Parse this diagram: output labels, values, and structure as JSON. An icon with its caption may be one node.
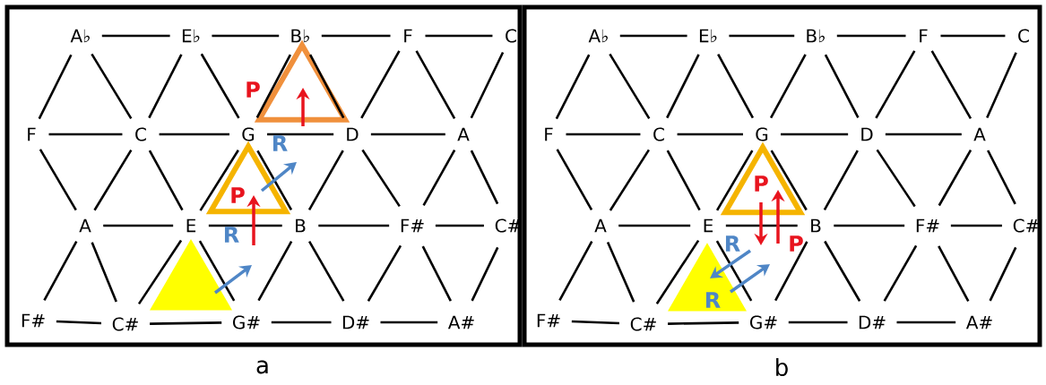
{
  "diagram": {
    "nodes": [
      {
        "text": [],
        "shape": "box",
        "beside": [
          "a"
        ]
      },
      {
        "text": [],
        "shape": "box",
        "beside": [
          "b"
        ]
      },
      {
        "text": [
          "A♭"
        ],
        "in": 0
      },
      {
        "text": [
          "E♭"
        ],
        "in": 0
      },
      {
        "text": [
          "B♭"
        ],
        "in": 0
      },
      {
        "text": [
          "F"
        ],
        "in": 0
      },
      {
        "text": [
          "C"
        ],
        "in": 0
      },
      {
        "text": [
          "F"
        ],
        "in": 0
      },
      {
        "text": [
          "C"
        ],
        "in": 0
      },
      {
        "text": [
          "G"
        ],
        "in": 0
      },
      {
        "text": [
          "D"
        ],
        "in": 0
      },
      {
        "text": [
          "A"
        ],
        "in": 0
      },
      {
        "text": [
          "A"
        ],
        "in": 0
      },
      {
        "text": [
          "E"
        ],
        "in": 0
      },
      {
        "text": [
          "B"
        ],
        "in": 0
      },
      {
        "text": [
          "F#"
        ],
        "in": 0
      },
      {
        "text": [
          "C#"
        ],
        "in": 0
      },
      {
        "text": [
          "F#"
        ],
        "in": 0
      },
      {
        "text": [
          "C#"
        ],
        "in": 0
      },
      {
        "text": [
          "G#"
        ],
        "in": 0
      },
      {
        "text": [
          "D#"
        ],
        "in": 0
      },
      {
        "text": [
          "A#"
        ],
        "in": 0
      },
      {
        "text": [
          "A♭"
        ],
        "in": 1
      },
      {
        "text": [
          "E♭"
        ],
        "in": 1
      },
      {
        "text": [
          "B♭"
        ],
        "in": 1
      },
      {
        "text": [
          "F"
        ],
        "in": 1
      },
      {
        "text": [
          "C"
        ],
        "in": 1
      },
      {
        "text": [
          "F"
        ],
        "in": 1
      },
      {
        "text": [
          "C"
        ],
        "in": 1
      },
      {
        "text": [
          "G"
        ],
        "in": 1
      },
      {
        "text": [
          "D"
        ],
        "in": 1
      },
      {
        "text": [
          "A"
        ],
        "in": 1
      },
      {
        "text": [
          "A"
        ],
        "in": 1
      },
      {
        "text": [
          "E"
        ],
        "in": 1
      },
      {
        "text": [
          "B"
        ],
        "in": 1
      },
      {
        "text": [
          "F#"
        ],
        "in": 1
      },
      {
        "text": [
          "C#"
        ],
        "in": 1
      },
      {
        "text": [
          "F#"
        ],
        "in": 1
      },
      {
        "text": [
          "C#"
        ],
        "in": 1
      },
      {
        "text": [
          "G#"
        ],
        "in": 1
      },
      {
        "text": [
          "D#"
        ],
        "in": 1
      },
      {
        "text": [
          "A#"
        ],
        "in": 1
      },
      {
        "text": [],
        "shape": "triangle",
        "in": 0
      },
      {
        "text": [],
        "shape": "triangle",
        "in": 0
      },
      {
        "text": [],
        "shape": "triangle",
        "in": 0
      },
      {
        "text": [],
        "shape": "triangle",
        "in": 1
      },
      {
        "text": [],
        "shape": "triangle",
        "in": 1
      }
    ],
    "edges": [
      {
        "from": 2,
        "to": 3,
        "arrow": "none"
      },
      {
        "from": 3,
        "to": 4,
        "arrow": "none"
      },
      {
        "from": 4,
        "to": 5,
        "arrow": "none"
      },
      {
        "from": 5,
        "to": 6,
        "arrow": "none"
      },
      {
        "from": 7,
        "to": 8,
        "arrow": "none"
      },
      {
        "from": 8,
        "to": 9,
        "arrow": "none"
      },
      {
        "from": 9,
        "to": 10,
        "arrow": "none"
      },
      {
        "from": 10,
        "to": 11,
        "arrow": "none"
      },
      {
        "from": 12,
        "to": 13,
        "arrow": "none"
      },
      {
        "from": 13,
        "to": 14,
        "arrow": "none"
      },
      {
        "from": 14,
        "to": 15,
        "arrow": "none"
      },
      {
        "from": 15,
        "to": 16,
        "arrow": "none"
      },
      {
        "from": 17,
        "to": 18,
        "arrow": "none"
      },
      {
        "from": 18,
        "to": 19,
        "arrow": "none"
      },
      {
        "from": 19,
        "to": 20,
        "arrow": "none"
      },
      {
        "from": 20,
        "to": 21,
        "arrow": "none"
      },
      {
        "from": 7,
        "to": 2,
        "arrow": "none"
      },
      {
        "from": 8,
        "to": 2,
        "arrow": "none"
      },
      {
        "from": 8,
        "to": 3,
        "arrow": "none"
      },
      {
        "from": 9,
        "to": 3,
        "arrow": "none"
      },
      {
        "from": 9,
        "to": 4,
        "arrow": "none"
      },
      {
        "from": 10,
        "to": 4,
        "arrow": "none"
      },
      {
        "from": 10,
        "to": 5,
        "arrow": "none"
      },
      {
        "from": 11,
        "to": 5,
        "arrow": "none"
      },
      {
        "from": 11,
        "to": 6,
        "arrow": "none"
      },
      {
        "from": 12,
        "to": 7,
        "arrow": "none"
      },
      {
        "from": 12,
        "to": 8,
        "arrow": "none"
      },
      {
        "from": 13,
        "to": 8,
        "arrow": "none"
      },
      {
        "from": 13,
        "to": 9,
        "arrow": "none"
      },
      {
        "from": 14,
        "to": 9,
        "arrow": "none"
      },
      {
        "from": 14,
        "to": 10,
        "arrow": "none"
      },
      {
        "from": 15,
        "to": 10,
        "arrow": "none"
      },
      {
        "from": 15,
        "to": 11,
        "arrow": "none"
      },
      {
        "from": 16,
        "to": 11,
        "arrow": "none"
      },
      {
        "from": 17,
        "to": 12,
        "arrow": "none"
      },
      {
        "from": 18,
        "to": 12,
        "arrow": "none"
      },
      {
        "from": 18,
        "to": 13,
        "arrow": "none"
      },
      {
        "from": 19,
        "to": 13,
        "arrow": "none"
      },
      {
        "from": 19,
        "to": 14,
        "arrow": "none"
      },
      {
        "from": 20,
        "to": 14,
        "arrow": "none"
      },
      {
        "from": 20,
        "to": 15,
        "arrow": "none"
      },
      {
        "from": 21,
        "to": 15,
        "arrow": "none"
      },
      {
        "from": 21,
        "to": 16,
        "arrow": "none"
      },
      {
        "from": 22,
        "to": 23,
        "arrow": "none"
      },
      {
        "from": 23,
        "to": 24,
        "arrow": "none"
      },
      {
        "from": 24,
        "to": 25,
        "arrow": "none"
      },
      {
        "from": 25,
        "to": 26,
        "arrow": "none"
      },
      {
        "from": 27,
        "to": 28,
        "arrow": "none"
      },
      {
        "from": 28,
        "to": 29,
        "arrow": "none"
      },
      {
        "from": 29,
        "to": 30,
        "arrow": "none"
      },
      {
        "from": 30,
        "to": 31,
        "arrow": "none"
      },
      {
        "from": 32,
        "to": 33,
        "arrow": "none"
      },
      {
        "from": 33,
        "to": 34,
        "arrow": "none"
      },
      {
        "from": 34,
        "to": 35,
        "arrow": "none"
      },
      {
        "from": 35,
        "to": 36,
        "arrow": "none"
      },
      {
        "from": 37,
        "to": 38,
        "arrow": "none"
      },
      {
        "from": 38,
        "to": 39,
        "arrow": "none"
      },
      {
        "from": 39,
        "to": 40,
        "arrow": "none"
      },
      {
        "from": 40,
        "to": 41,
        "arrow": "none"
      },
      {
        "from": 27,
        "to": 22,
        "arrow": "none"
      },
      {
        "from": 28,
        "to": 22,
        "arrow": "none"
      },
      {
        "from": 28,
        "to": 23,
        "arrow": "none"
      },
      {
        "from": 29,
        "to": 23,
        "arrow": "none"
      },
      {
        "from": 29,
        "to": 24,
        "arrow": "none"
      },
      {
        "from": 30,
        "to": 24,
        "arrow": "none"
      },
      {
        "from": 30,
        "to": 25,
        "arrow": "none"
      },
      {
        "from": 31,
        "to": 25,
        "arrow": "none"
      },
      {
        "from": 31,
        "to": 26,
        "arrow": "none"
      },
      {
        "from": 32,
        "to": 27,
        "arrow": "none"
      },
      {
        "from": 32,
        "to": 28,
        "arrow": "none"
      },
      {
        "from": 33,
        "to": 28,
        "arrow": "none"
      },
      {
        "from": 33,
        "to": 29,
        "arrow": "none"
      },
      {
        "from": 34,
        "to": 29,
        "arrow": "none"
      },
      {
        "from": 34,
        "to": 30,
        "arrow": "none"
      },
      {
        "from": 35,
        "to": 30,
        "arrow": "none"
      },
      {
        "from": 35,
        "to": 31,
        "arrow": "none"
      },
      {
        "from": 36,
        "to": 31,
        "arrow": "none"
      },
      {
        "from": 37,
        "to": 32,
        "arrow": "none"
      },
      {
        "from": 38,
        "to": 32,
        "arrow": "none"
      },
      {
        "from": 38,
        "to": 33,
        "arrow": "none"
      },
      {
        "from": 39,
        "to": 33,
        "arrow": "none"
      },
      {
        "from": 39,
        "to": 34,
        "arrow": "none"
      },
      {
        "from": 40,
        "to": 34,
        "arrow": "none"
      },
      {
        "from": 40,
        "to": 35,
        "arrow": "none"
      },
      {
        "from": 41,
        "to": 35,
        "arrow": "none"
      },
      {
        "from": 41,
        "to": 36,
        "arrow": "none"
      }
    ],
    "labels": [
      "P",
      "R",
      "P",
      "R",
      "P",
      "P",
      "R",
      "R"
    ]
  }
}
